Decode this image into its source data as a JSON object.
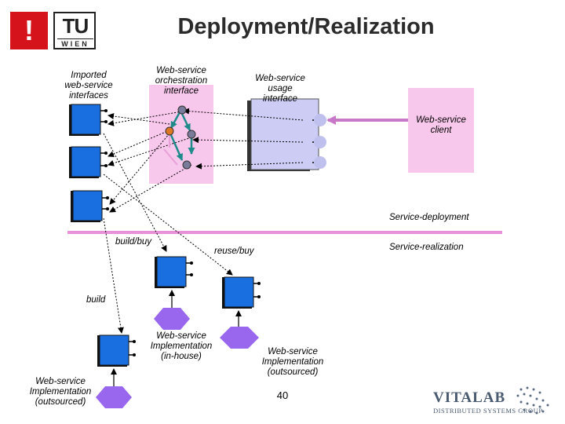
{
  "title": "Deployment/Realization",
  "logos": {
    "left_mark": "!",
    "tu": "TU",
    "wien": "WIEN",
    "vitalab": "VITALAB",
    "vitalab_sub": "DISTRIBUTED SYSTEMS GROUP"
  },
  "labels": {
    "imported": [
      "Imported",
      "web-service",
      "interfaces"
    ],
    "orchestration": [
      "Web-service",
      "orchestration",
      "interface"
    ],
    "usage": [
      "Web-service",
      "usage",
      "interface"
    ],
    "client": [
      "Web-service",
      "client"
    ],
    "service_deployment": "Service-deployment",
    "service_realization": "Service-realization",
    "build_buy": "build/buy",
    "reuse_buy": "reuse/buy",
    "build": "build",
    "impl_inhouse": [
      "Web-service",
      "Implementation",
      "(in-house)"
    ],
    "impl_outsourced_right": [
      "Web-service",
      "Implementation",
      "(outsourced)"
    ],
    "impl_outsourced_left": [
      "Web-service",
      "Implementation",
      "(outsourced)"
    ]
  },
  "page_number": "40",
  "colors": {
    "component_blue": "#1a6fe0",
    "component_border": "#111111",
    "pink_panel": "#f8c8ec",
    "lavender_panel": "#ccccf5",
    "separator_pink": "#e890d8",
    "client_arrow": "#c878c8",
    "hexagon_purple": "#9966ee",
    "port_lavender": "#c0c0ee",
    "orchestration_teal": "#1e8a8a",
    "title_red": "#d4131b"
  }
}
